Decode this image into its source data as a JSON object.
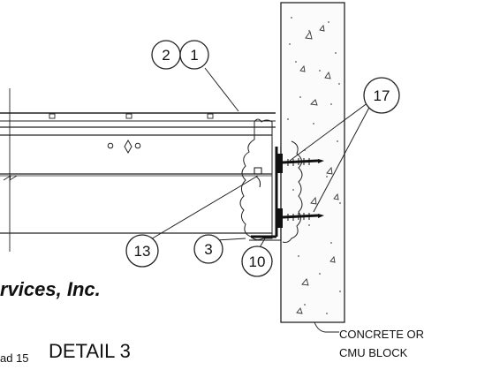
{
  "callouts": [
    {
      "id": "c2",
      "label": "2"
    },
    {
      "id": "c1",
      "label": "1"
    },
    {
      "id": "c17",
      "label": "17"
    },
    {
      "id": "c13",
      "label": "13"
    },
    {
      "id": "c3",
      "label": "3"
    },
    {
      "id": "c10",
      "label": "10"
    }
  ],
  "wall_note": {
    "line1": "CONCRETE OR",
    "line2": "CMU BLOCK"
  },
  "company_name": "rvices, Inc.",
  "footer_fragment": "ad 15",
  "detail_title": "DETAIL 3"
}
